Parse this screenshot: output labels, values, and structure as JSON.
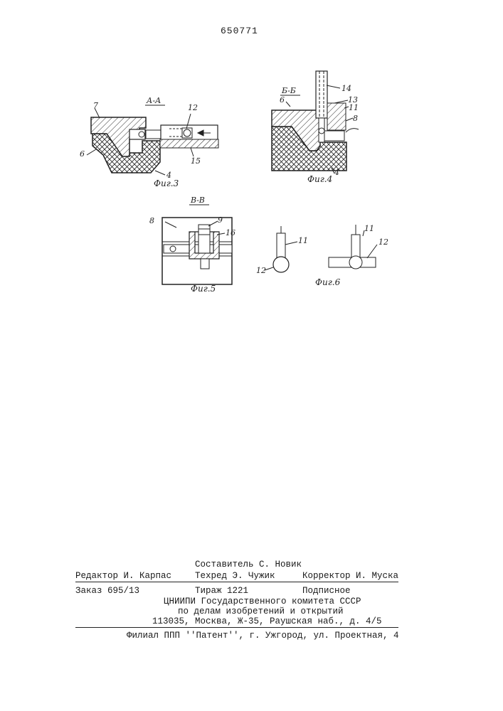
{
  "patent_number": "650771",
  "figures": {
    "fig3": {
      "section": "А-А",
      "caption": "Фиг.3",
      "labels": [
        "7",
        "12",
        "6",
        "4",
        "15"
      ]
    },
    "fig4": {
      "section": "Б-Б",
      "caption": "Фиг.4",
      "labels": [
        "14",
        "13",
        "11",
        "6",
        "8",
        "4"
      ]
    },
    "fig5": {
      "section": "В-В",
      "caption": "Фиг.5",
      "labels": [
        "8",
        "9",
        "16"
      ]
    },
    "fig6": {
      "caption": "Фиг.6",
      "labels_left": [
        "11",
        "12"
      ],
      "labels_right": [
        "11",
        "12"
      ]
    }
  },
  "footer": {
    "compiler": "Составитель С. Новик",
    "editor": "Редактор И. Карпас",
    "techred": "Техред Э. Чужик",
    "corrector": "Корректор И. Муска",
    "order": "Заказ 695/13",
    "print_run": "Тираж 1221",
    "subscription": "Подписное",
    "org_line1": "ЦНИИПИ Государственного комитета СССР",
    "org_line2": "по делам изобретений и открытий",
    "address": "113035, Москва, Ж-35, Раушская наб., д. 4/5",
    "branch": "Филиал ППП ''Патент'', г. Ужгород, ул. Проектная, 4"
  }
}
